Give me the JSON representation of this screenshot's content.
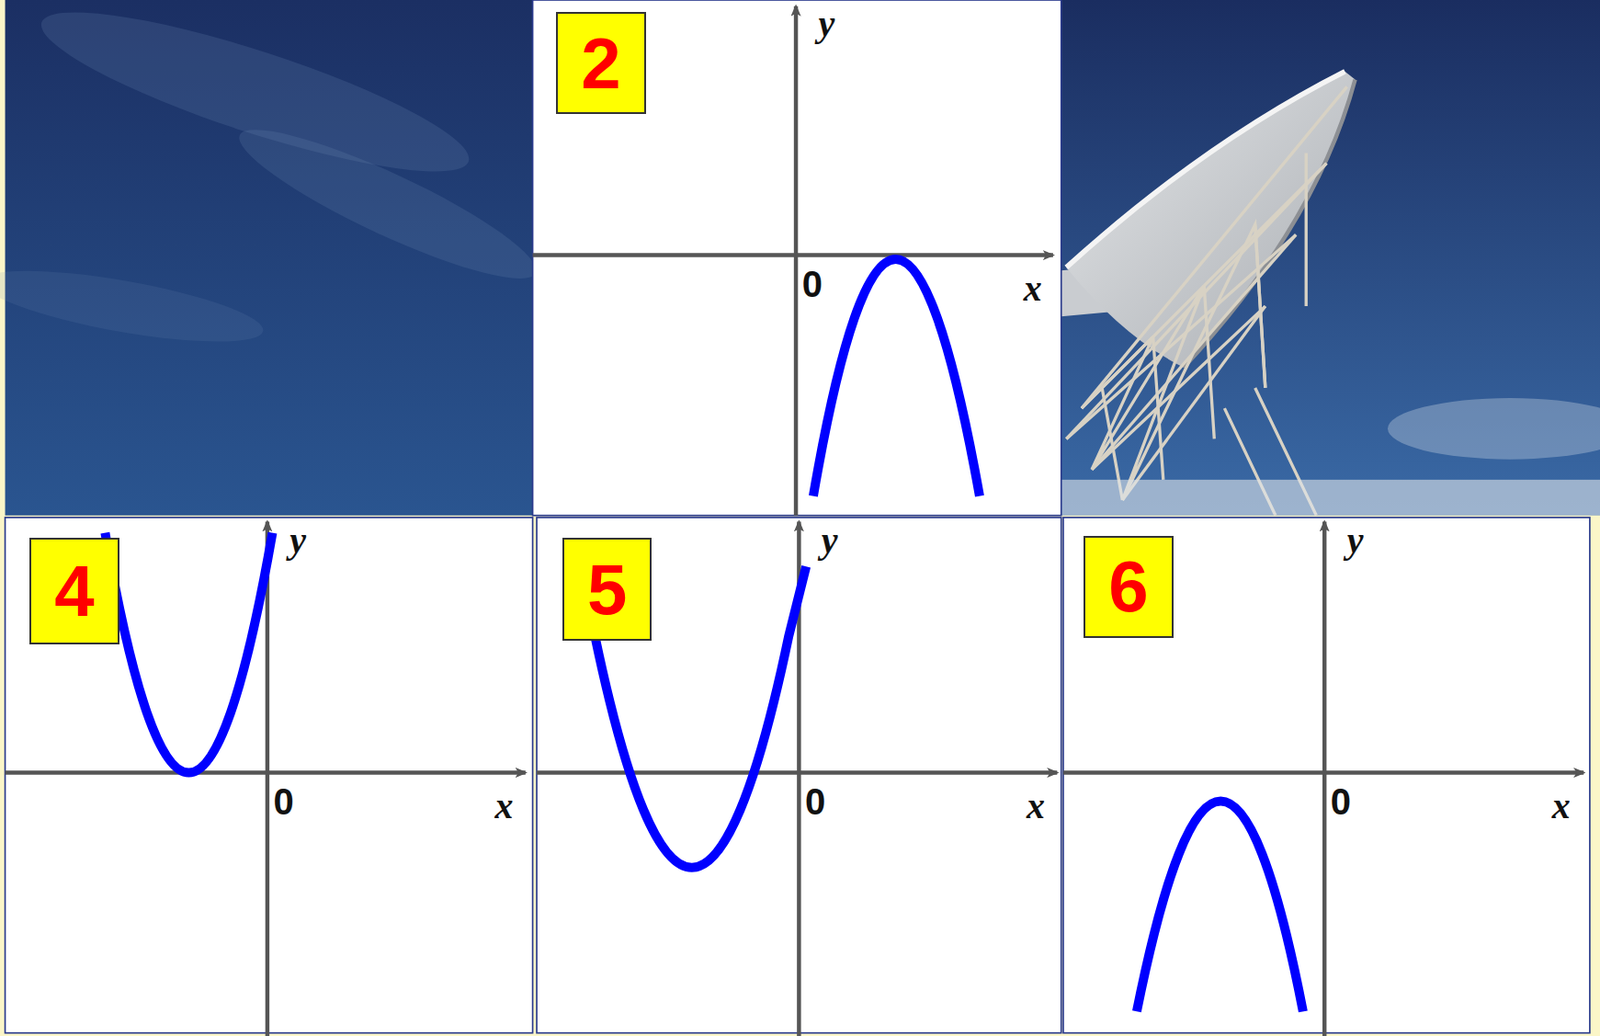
{
  "diagram": {
    "nodes": [
      {
        "text": [
          "2"
        ]
      },
      {
        "text": [
          "4"
        ]
      },
      {
        "text": [
          "5"
        ]
      },
      {
        "text": [
          "6"
        ]
      }
    ],
    "labels": [
      "y",
      "0",
      "x",
      "y",
      "0",
      "x",
      "y",
      "0",
      "x",
      "y",
      "0",
      "x"
    ]
  }
}
